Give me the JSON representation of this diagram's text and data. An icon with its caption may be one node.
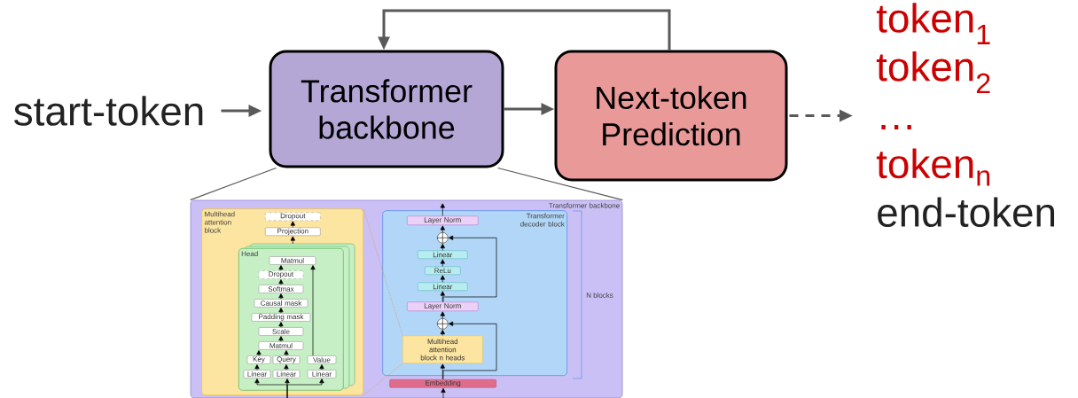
{
  "diagram": {
    "nodes": [
      {
        "text": [
          "start-token"
        ]
      },
      {
        "text": [
          "Transformer backbone"
        ]
      },
      {
        "text": [
          "Next-token Prediction"
        ]
      },
      {
        "text": [
          "token$_{1}$",
          "token$_{2}$",
          "…",
          "token$_{n}$",
          "end-token"
        ]
      },
      {
        "text": [
          "Transformer backbone"
        ]
      },
      {
        "text": [
          "Multihead attention block"
        ],
        "in": 4
      },
      {
        "text": [
          "Dropout"
        ],
        "in": 5
      },
      {
        "text": [
          "Projection"
        ],
        "in": 5
      },
      {
        "text": [
          "Head"
        ],
        "in": 5
      },
      {
        "text": [
          "Matmul"
        ],
        "in": 8
      },
      {
        "text": [
          "Dropout"
        ],
        "in": 8
      },
      {
        "text": [
          "Softmax"
        ],
        "in": 8
      },
      {
        "text": [
          "Causal mask"
        ],
        "in": 8
      },
      {
        "text": [
          "Padding mask"
        ],
        "in": 8
      },
      {
        "text": [
          "Scale"
        ],
        "in": 8
      },
      {
        "text": [
          "Matmul"
        ],
        "in": 8
      },
      {
        "text": [
          "Key"
        ],
        "in": 8
      },
      {
        "text": [
          "Query"
        ],
        "in": 8
      },
      {
        "text": [
          "Value"
        ],
        "in": 8
      },
      {
        "text": [
          "Linear"
        ],
        "in": 8
      },
      {
        "text": [
          "Linear"
        ],
        "in": 8
      },
      {
        "text": [
          "Linear"
        ],
        "in": 8
      },
      {
        "text": [
          "Transformer decoder block"
        ],
        "in": 4
      },
      {
        "text": [
          "Layer Norm"
        ],
        "in": 22
      },
      {
        "text": [],
        "shape": "circle",
        "in": 22
      },
      {
        "text": [
          "Linear"
        ],
        "in": 22
      },
      {
        "text": [
          "ReLu"
        ],
        "in": 22
      },
      {
        "text": [
          "Linear"
        ],
        "in": 22
      },
      {
        "text": [
          "Layer Norm"
        ],
        "in": 22
      },
      {
        "text": [],
        "shape": "circle",
        "in": 22
      },
      {
        "text": [
          "Multihead attention block n heads"
        ],
        "in": 22
      },
      {
        "text": [
          "Embedding"
        ],
        "in": 4
      }
    ],
    "edges": [
      {
        "from": 0,
        "to": 1,
        "arrow": "to",
        "style": "thick",
        "color": "#595959"
      },
      {
        "from": 1,
        "to": 2,
        "arrow": "to",
        "style": "thick",
        "color": "#595959"
      },
      {
        "from": 2,
        "to": 3,
        "arrow": "to",
        "style": "dashed",
        "color": "#595959"
      },
      {
        "from": 2,
        "to": 1,
        "arrow": "to",
        "style": "thick",
        "color": "#595959"
      },
      {
        "from": 1,
        "to": 4,
        "arrow": "none",
        "color": "#595959"
      },
      {
        "from": 1,
        "to": 4,
        "arrow": "none",
        "color": "#595959"
      },
      {
        "from": 8,
        "to": 7,
        "arrow": "to"
      },
      {
        "from": 7,
        "to": 6,
        "arrow": "to"
      },
      {
        "from": 19,
        "to": 16,
        "arrow": "to"
      },
      {
        "from": 20,
        "to": 17,
        "arrow": "to"
      },
      {
        "from": 21,
        "to": 18,
        "arrow": "to"
      },
      {
        "from": 16,
        "to": 15,
        "arrow": "to"
      },
      {
        "from": 17,
        "to": 15,
        "arrow": "to"
      },
      {
        "from": 18,
        "to": 9,
        "arrow": "to"
      },
      {
        "from": 15,
        "to": 14,
        "arrow": "to"
      },
      {
        "from": 14,
        "to": 13,
        "arrow": "to"
      },
      {
        "from": 13,
        "to": 12,
        "arrow": "to"
      },
      {
        "from": 12,
        "to": 11,
        "arrow": "to"
      },
      {
        "from": 11,
        "to": 10,
        "arrow": "to"
      },
      {
        "from": 10,
        "to": 9,
        "arrow": "to"
      },
      {
        "from": null,
        "to": 19,
        "arrow": "to"
      },
      {
        "from": null,
        "to": 20,
        "arrow": "to"
      },
      {
        "from": null,
        "to": 21,
        "arrow": "to"
      },
      {
        "from": 31,
        "to": 30,
        "arrow": "to"
      },
      {
        "from": 30,
        "to": 29,
        "arrow": "to"
      },
      {
        "from": 29,
        "to": 28,
        "arrow": "to"
      },
      {
        "from": 28,
        "to": 27,
        "arrow": "to"
      },
      {
        "from": 27,
        "to": 26,
        "arrow": "to"
      },
      {
        "from": 26,
        "to": 25,
        "arrow": "to"
      },
      {
        "from": 25,
        "to": 24,
        "arrow": "to"
      },
      {
        "from": 24,
        "to": 23,
        "arrow": "to"
      },
      {
        "from": 31,
        "to": 29,
        "arrow": "to"
      },
      {
        "from": 28,
        "to": 24,
        "arrow": "to"
      },
      {
        "from": 23,
        "to": null,
        "arrow": "to"
      },
      {
        "from": null,
        "to": 31,
        "arrow": "to"
      },
      {
        "from": 30,
        "to": 5,
        "arrow": "none",
        "style": "dashed",
        "color": "#e69138"
      },
      {
        "from": 30,
        "to": 5,
        "arrow": "none",
        "style": "dashed",
        "color": "#e69138"
      }
    ],
    "labels": [
      "N blocks"
    ]
  }
}
